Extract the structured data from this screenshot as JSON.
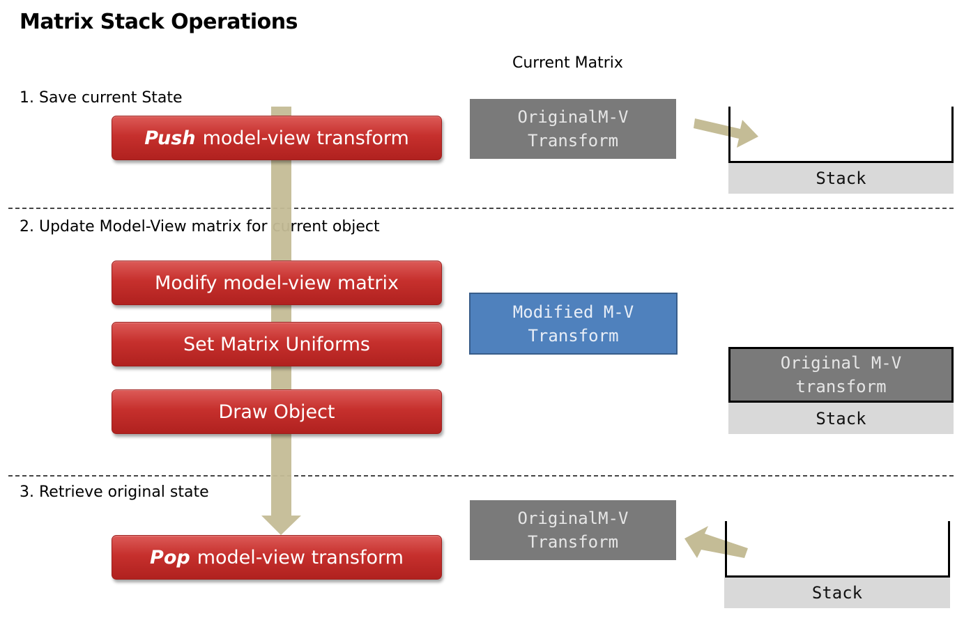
{
  "title": "Matrix Stack Operations",
  "current_matrix_label": "Current Matrix",
  "sections": [
    {
      "heading": "1. Save current State"
    },
    {
      "heading": "2. Update Model-View matrix for current object"
    },
    {
      "heading": "3. Retrieve original state"
    }
  ],
  "steps": {
    "push": {
      "emphasis": "Push",
      "text": "model-view transform"
    },
    "modify": {
      "text": "Modify model-view matrix"
    },
    "uniforms": {
      "text": "Set Matrix Uniforms"
    },
    "draw": {
      "text": "Draw Object"
    },
    "pop": {
      "emphasis": "Pop",
      "text": "model-view transform"
    }
  },
  "matrices": {
    "original_1": {
      "line1": "OriginalM-V",
      "line2": "Transform"
    },
    "modified": {
      "line1": "Modified M-V",
      "line2": "Transform"
    },
    "original_3": {
      "line1": "OriginalM-V",
      "line2": "Transform"
    }
  },
  "stack": {
    "label": "Stack",
    "item": {
      "line1": "Original M-V",
      "line2": "transform"
    }
  },
  "colors": {
    "step_red": "#c6302d",
    "flow_arrow": "#c4bc96",
    "matrix_gray": "#7a7a7a",
    "matrix_blue": "#4f81bd",
    "stack_base": "#d9d9d9"
  }
}
